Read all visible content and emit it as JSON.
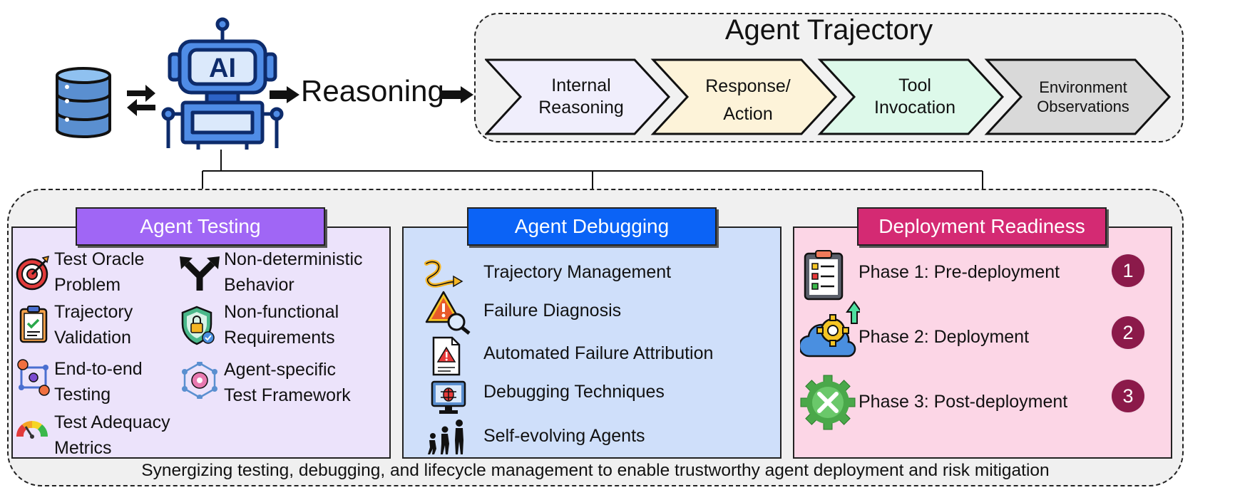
{
  "robot": {
    "label": "AI"
  },
  "reasoning_label": "Reasoning",
  "trajectory": {
    "title": "Agent Trajectory",
    "steps": [
      {
        "label": "Internal\nReasoning",
        "color": "#f0eefc"
      },
      {
        "label": "Response/\nAction",
        "color": "#fdf3d9"
      },
      {
        "label": "Tool\nInvocation",
        "color": "#ddf9ea"
      },
      {
        "label": "Environment\nObservations",
        "color": "#d9d9d9"
      }
    ]
  },
  "testing": {
    "title": "Agent Testing",
    "header_color": "#a066f5",
    "bg_color": "#ece3fb",
    "items_left": [
      {
        "label": "Test Oracle\nProblem",
        "icon": "target-icon"
      },
      {
        "label": "Trajectory\nValidation",
        "icon": "clipboard-check-icon"
      },
      {
        "label": "End-to-end\nTesting",
        "icon": "path-icon"
      },
      {
        "label": "Test Adequacy\nMetrics",
        "icon": "gauge-icon"
      }
    ],
    "items_right": [
      {
        "label": "Non-deterministic\nBehavior",
        "icon": "fork-arrow-icon"
      },
      {
        "label": "Non-functional\nRequirements",
        "icon": "shield-lock-icon"
      },
      {
        "label": "Agent-specific\nTest Framework",
        "icon": "network-gear-icon"
      }
    ]
  },
  "debugging": {
    "title": "Agent Debugging",
    "header_color": "#0b63f6",
    "bg_color": "#cfdffa",
    "items": [
      {
        "label": "Trajectory Management",
        "icon": "route-icon"
      },
      {
        "label": "Failure Diagnosis",
        "icon": "warning-magnifier-icon"
      },
      {
        "label": "Automated Failure Attribution",
        "icon": "warning-document-icon"
      },
      {
        "label": "Debugging Techniques",
        "icon": "bug-monitor-icon"
      },
      {
        "label": "Self-evolving Agents",
        "icon": "evolution-icon"
      }
    ]
  },
  "deployment": {
    "title": "Deployment Readiness",
    "header_color": "#d42a73",
    "bg_color": "#fcd6e6",
    "phases": [
      {
        "label": "Phase 1: Pre-deployment",
        "number": "1",
        "icon": "checklist-icon"
      },
      {
        "label": "Phase 2: Deployment",
        "number": "2",
        "icon": "cloud-gear-icon"
      },
      {
        "label": "Phase 3: Post-deployment",
        "number": "3",
        "icon": "tools-gear-icon"
      }
    ]
  },
  "footer": "Synergizing testing, debugging, and lifecycle management to enable trustworthy agent deployment and risk mitigation"
}
